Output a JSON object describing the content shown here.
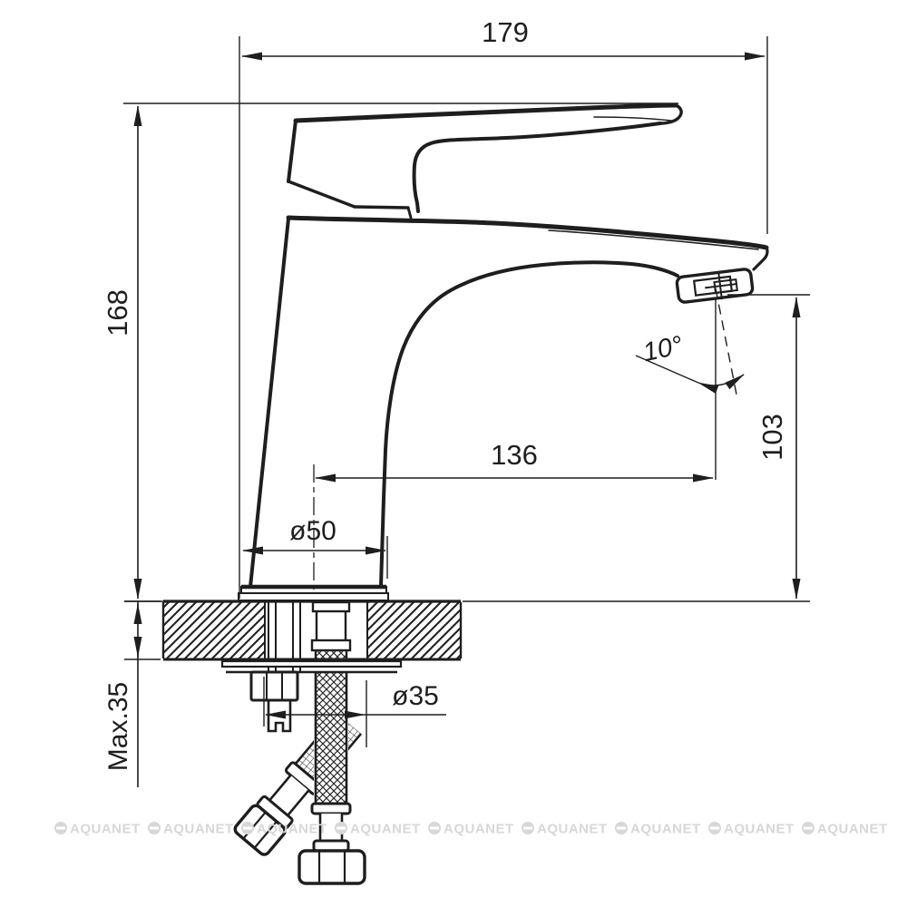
{
  "drawing": {
    "kind": "faucet installation technical drawing, side view",
    "ink_color": "#1e1e1e",
    "background": "#ffffff",
    "dims": {
      "overall_length": "179",
      "overall_height": "168",
      "spout_reach": "136",
      "spout_outlet_height": "103",
      "stream_angle": "10°",
      "base_diameter": "ø50",
      "mounting_hole_diameter": "ø35",
      "max_counter_thickness": "Max.35"
    },
    "watermark": {
      "text": "AQUANET",
      "color": "#d7d7d7",
      "count": 9
    }
  }
}
